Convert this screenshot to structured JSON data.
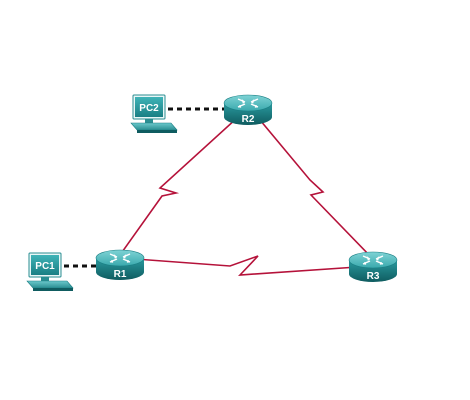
{
  "topology": {
    "routers": [
      {
        "id": "r1",
        "label": "R1"
      },
      {
        "id": "r2",
        "label": "R2"
      },
      {
        "id": "r3",
        "label": "R3"
      }
    ],
    "pcs": [
      {
        "id": "pc1",
        "label": "PC1",
        "connected_to": "R1"
      },
      {
        "id": "pc2",
        "label": "PC2",
        "connected_to": "R2"
      }
    ],
    "serial_links": [
      {
        "from": "R1",
        "to": "R2"
      },
      {
        "from": "R2",
        "to": "R3"
      },
      {
        "from": "R1",
        "to": "R3"
      }
    ],
    "ethernet_links": [
      {
        "from": "PC1",
        "to": "R1"
      },
      {
        "from": "PC2",
        "to": "R2"
      }
    ],
    "colors": {
      "serial_link": "#b5123a",
      "ethernet_link": "#111111",
      "device_teal": "#1f8f94",
      "device_teal_light": "#5cc3c6",
      "device_teal_dark": "#0f5c60"
    }
  }
}
